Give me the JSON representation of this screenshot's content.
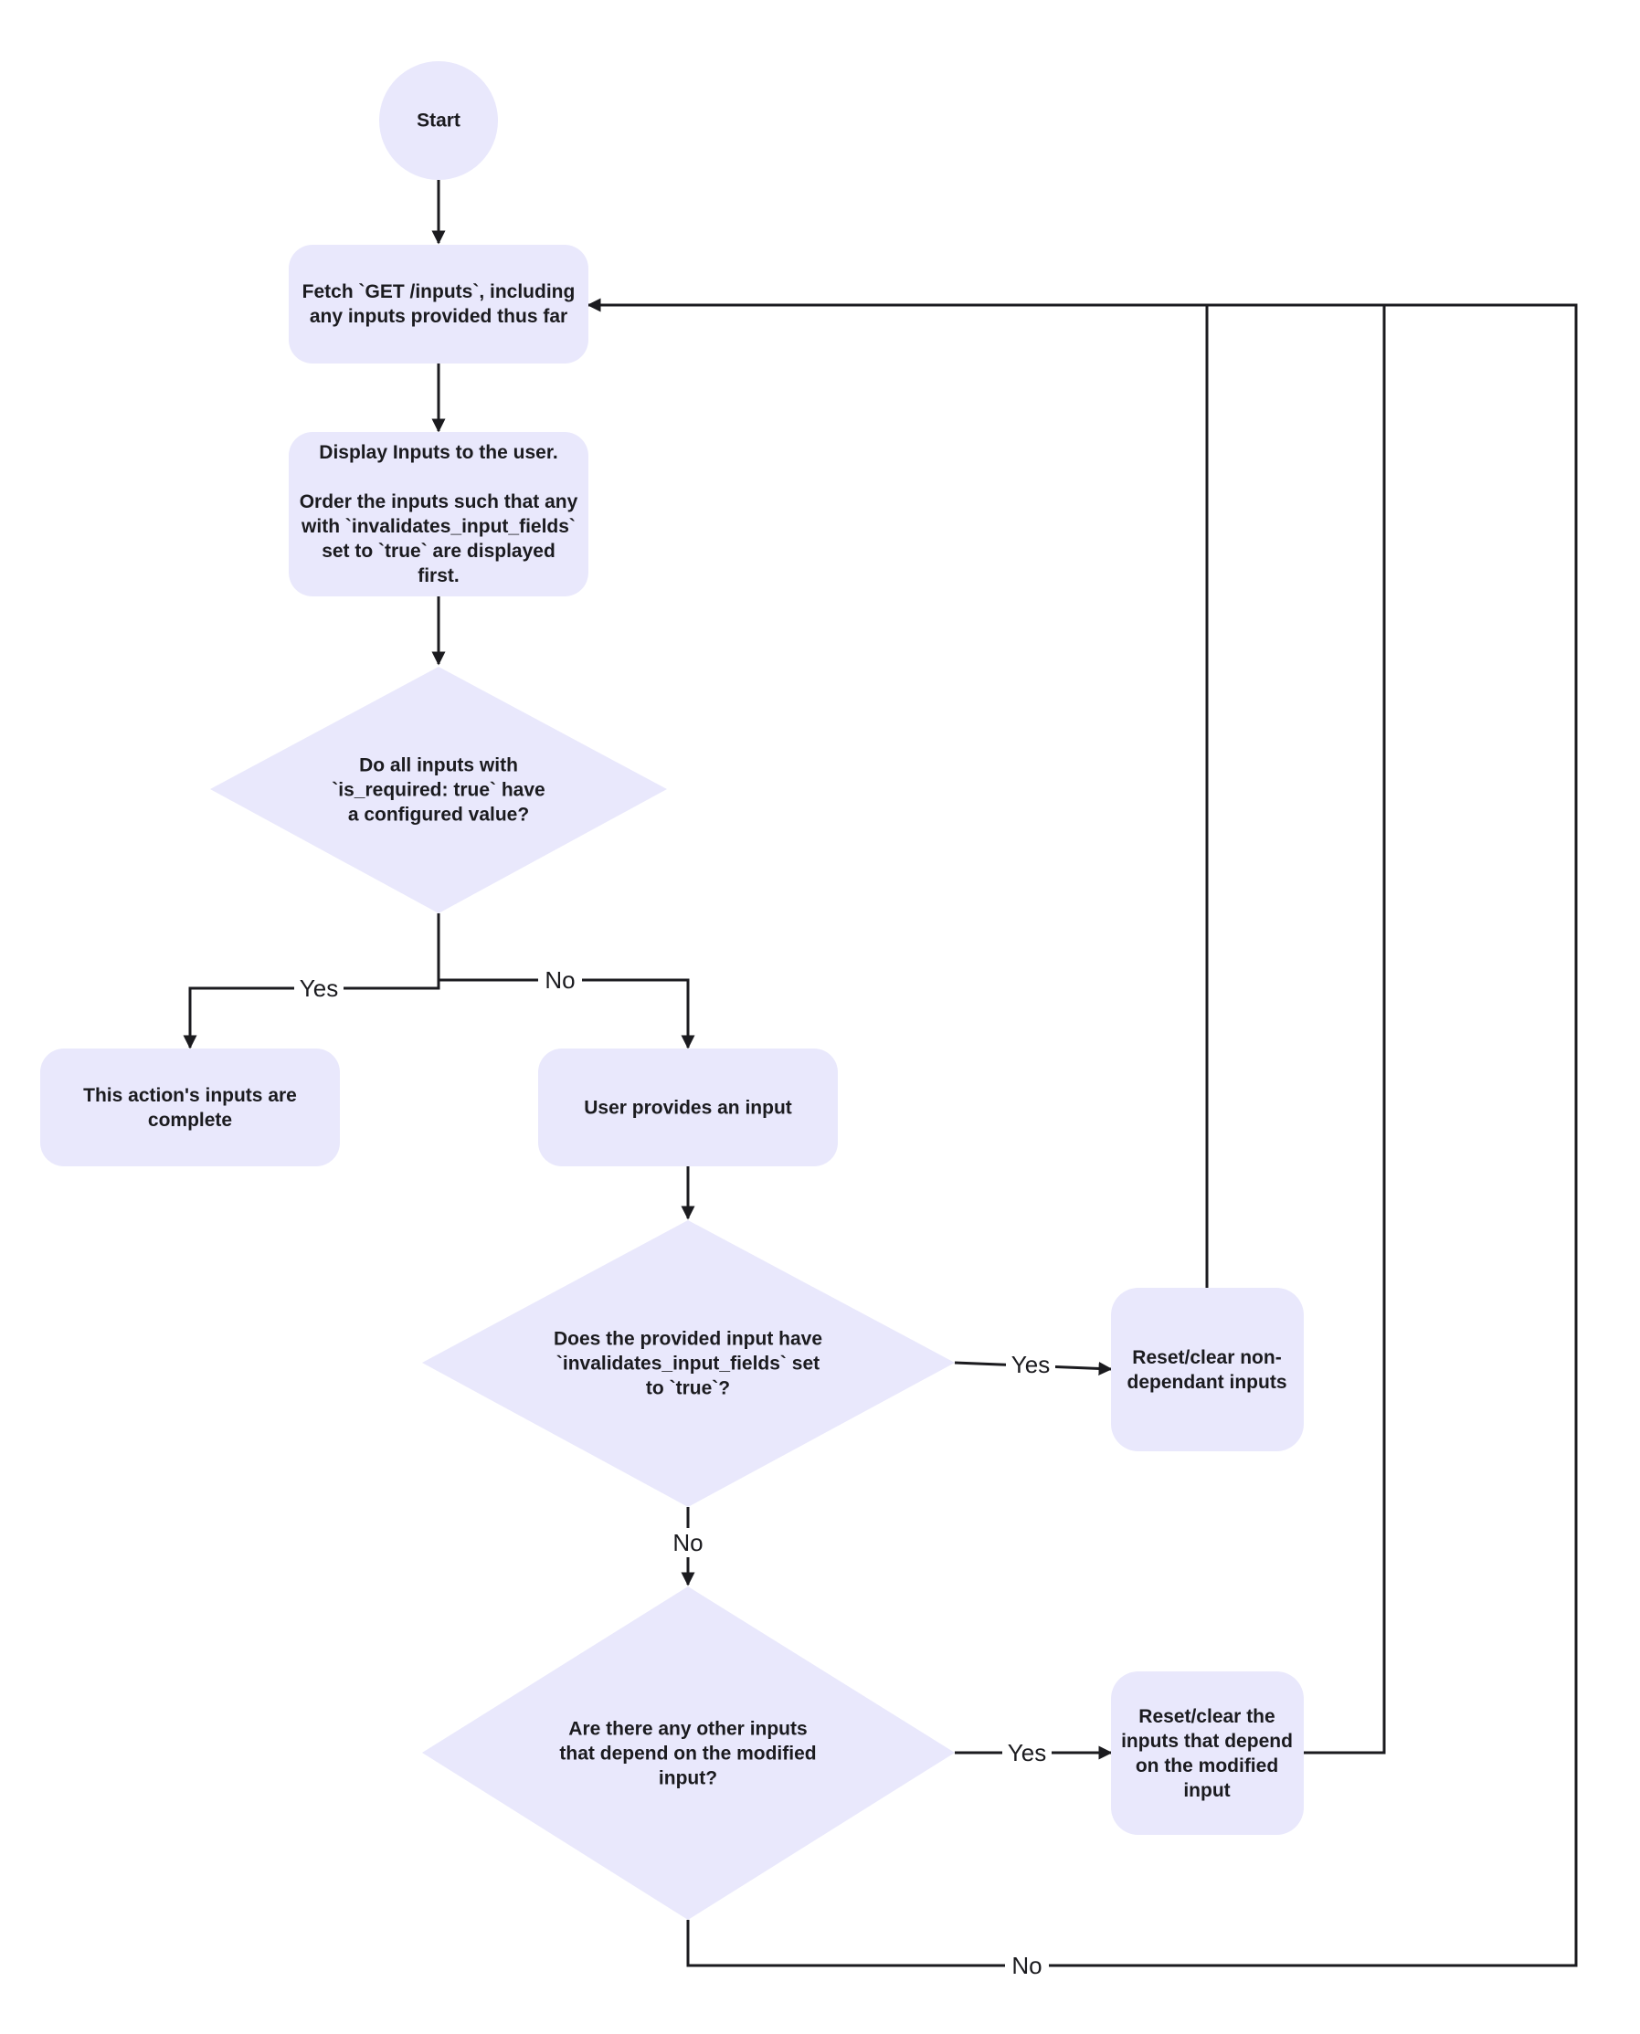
{
  "nodes": {
    "start": {
      "lines": [
        "Start"
      ]
    },
    "fetch": {
      "lines": [
        "Fetch `GET /inputs`, including",
        "any inputs provided thus far"
      ]
    },
    "display": {
      "lines": [
        "Display Inputs to the user.",
        "",
        "Order the inputs such that any",
        "with `invalidates_input_fields`",
        "set to `true` are displayed",
        "first."
      ]
    },
    "required_check": {
      "lines": [
        "Do all inputs with",
        "`is_required: true` have",
        "a configured value?"
      ]
    },
    "complete": {
      "lines": [
        "This action's inputs are",
        "complete"
      ]
    },
    "user_input": {
      "lines": [
        "User provides an input"
      ]
    },
    "invalidates_check": {
      "lines": [
        "Does the provided input have",
        "`invalidates_input_fields` set",
        "to `true`?"
      ]
    },
    "reset_non_dependant": {
      "lines": [
        "Reset/clear non-",
        "dependant inputs"
      ]
    },
    "depends_check": {
      "lines": [
        "Are there any other inputs",
        "that depend on the modified",
        "input?"
      ]
    },
    "reset_dependant": {
      "lines": [
        "Reset/clear the",
        "inputs that depend",
        "on the modified",
        "input"
      ]
    }
  },
  "edge_labels": {
    "required_yes": "Yes",
    "required_no": "No",
    "invalidates_yes": "Yes",
    "invalidates_no": "No",
    "depends_yes": "Yes",
    "depends_no": "No"
  },
  "colors": {
    "node_fill": "#e9e8fc",
    "line": "#1b1b1f",
    "background": "#ffffff"
  }
}
